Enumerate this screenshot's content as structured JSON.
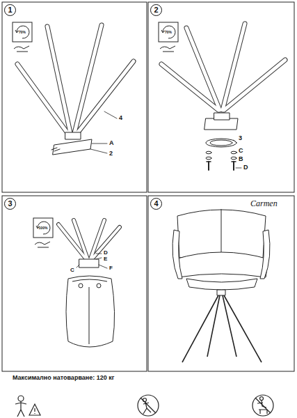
{
  "diagram": {
    "nodes": [
      {
        "text": [
          "1"
        ]
      },
      {
        "text": [
          "2"
        ]
      },
      {
        "text": [
          "3"
        ]
      },
      {
        "text": [
          "4"
        ]
      }
    ],
    "labels": [
      "A",
      "2",
      "4",
      "70%",
      "3",
      "C",
      "B",
      "D",
      "70%",
      "D",
      "E",
      "C",
      "F",
      "100%",
      "Carmen",
      "Максимално натоварване: 120 кг"
    ]
  }
}
